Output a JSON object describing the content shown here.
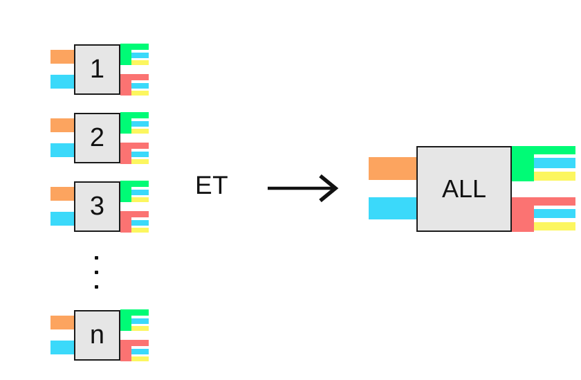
{
  "diagram": {
    "operator_label": "ET",
    "arrow_icon": "right-arrow",
    "ellipsis": "⋮",
    "source_units": [
      {
        "label": "1"
      },
      {
        "label": "2"
      },
      {
        "label": "3"
      },
      {
        "label": "n"
      }
    ],
    "result_unit": {
      "label": "ALL"
    },
    "colors": {
      "orange_wire": "#FCA45F",
      "cyan_wire": "#3BD9FA",
      "green_connector": "#00FB76",
      "red_connector": "#FB7372",
      "yellow_wire": "#FCF65F",
      "block_fill": "#E6E6E6",
      "block_border": "#1A1A1A",
      "background": "#FFFFFF"
    }
  }
}
